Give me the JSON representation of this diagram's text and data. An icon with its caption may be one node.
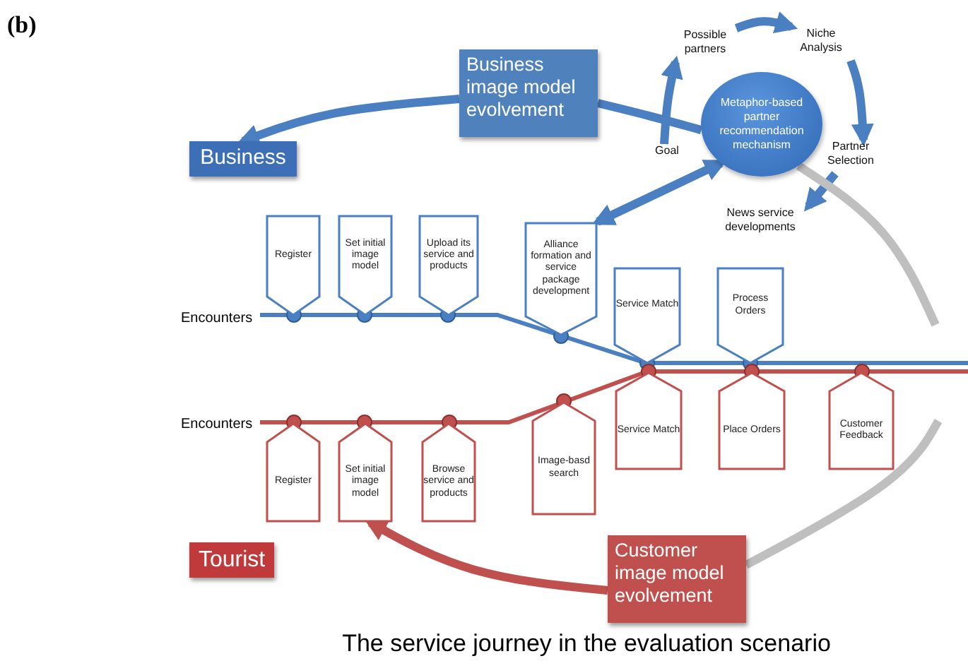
{
  "diagram": {
    "caption": "The service journey in the evaluation scenario",
    "nodes": [
      {
        "text": [
          "Business"
        ]
      },
      {
        "text": [
          "Tourist"
        ]
      },
      {
        "text": [
          "Business image model evolvement"
        ]
      },
      {
        "text": [
          "Customer image model evolvement"
        ]
      },
      {
        "text": [
          "Metaphor-based partner recommendation mechanism"
        ]
      },
      {
        "text": [
          "Possible partners"
        ]
      },
      {
        "text": [
          "Niche Analysis"
        ]
      },
      {
        "text": [
          "Partner Selection"
        ]
      },
      {
        "text": [
          "Goal"
        ]
      },
      {
        "text": [
          "News service developments"
        ]
      },
      {
        "text": [
          "Register"
        ]
      },
      {
        "text": [
          "Set initial image model"
        ]
      },
      {
        "text": [
          "Upload its service and products"
        ]
      },
      {
        "text": [
          "Alliance formation and service package development"
        ]
      },
      {
        "text": [
          "Service Match"
        ]
      },
      {
        "text": [
          "Process Orders"
        ]
      },
      {
        "text": [
          "Register"
        ]
      },
      {
        "text": [
          "Set initial image model"
        ]
      },
      {
        "text": [
          "Browse service and products"
        ]
      },
      {
        "text": [
          "Image-basd search"
        ]
      },
      {
        "text": [
          "Service Match"
        ]
      },
      {
        "text": [
          "Place Orders"
        ]
      },
      {
        "text": [
          "Customer Feedback"
        ]
      }
    ],
    "edges": [
      {
        "from": 5,
        "to": 6,
        "arrow": "to"
      },
      {
        "from": 6,
        "to": 7,
        "arrow": "to"
      },
      {
        "from": 7,
        "to": 9,
        "arrow": "to"
      },
      {
        "from": 8,
        "to": 5,
        "arrow": "to"
      },
      {
        "from": 13,
        "to": 4,
        "arrow": "both"
      },
      {
        "from": 4,
        "to": 2,
        "arrow": "none"
      },
      {
        "from": 2,
        "to": 0,
        "arrow": "to"
      },
      {
        "from": 4,
        "to": null,
        "arrow": "none",
        "color": "#bfbfbf"
      },
      {
        "from": null,
        "to": 3,
        "arrow": "none",
        "color": "#bfbfbf"
      },
      {
        "from": 3,
        "to": 17,
        "arrow": "to",
        "color": "#c0504d"
      }
    ],
    "labels": [
      "(b)",
      "Encounters",
      "Encounters"
    ]
  }
}
